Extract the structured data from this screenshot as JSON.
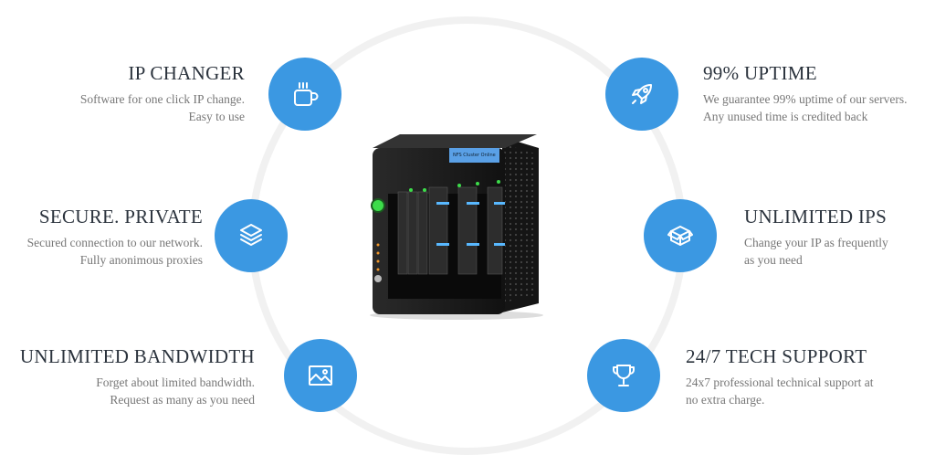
{
  "colors": {
    "accent": "#3b98e2",
    "title": "#2b333d",
    "text": "#777777"
  },
  "features": [
    {
      "title": "IP CHANGER",
      "lines": [
        "Software for one click IP change.",
        "Easy to use"
      ],
      "icon": "coffee-cup-icon"
    },
    {
      "title": "SECURE. PRIVATE",
      "lines": [
        "Secured connection to our network.",
        "Fully anonimous proxies"
      ],
      "icon": "layers-icon"
    },
    {
      "title": "UNLIMITED BANDWIDTH",
      "lines": [
        "Forget about limited bandwidth.",
        "Request as many as you need"
      ],
      "icon": "image-icon"
    },
    {
      "title": "99% UPTIME",
      "lines": [
        "We guarantee 99% uptime of our servers.",
        "Any unused time is credited back"
      ],
      "icon": "rocket-icon"
    },
    {
      "title": "UNLIMITED IPS",
      "lines": [
        "Change your IP as frequently",
        "as you need"
      ],
      "icon": "box-icon"
    },
    {
      "title": "24/7 TECH SUPPORT",
      "lines": [
        "24x7 professional technical support at",
        "no extra charge."
      ],
      "icon": "trophy-icon"
    }
  ],
  "server_image": {
    "screen_text": "NFS Cluster Online"
  }
}
